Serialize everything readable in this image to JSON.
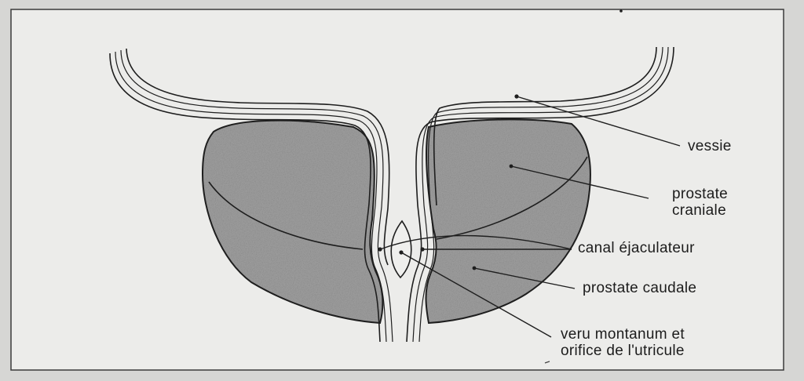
{
  "labels": {
    "vessie": "vessie",
    "prostate_craniale_1": "prostate",
    "prostate_craniale_2": "craniale",
    "canal_ejaculateur": "canal éjaculateur",
    "prostate_caudale": "prostate caudale",
    "veru_1": "veru montanum et",
    "veru_2": "orifice de l'utricule"
  },
  "colors": {
    "paper": "#ededeb",
    "ink": "#1e1e1e",
    "stipple": "#5a5a5a"
  }
}
